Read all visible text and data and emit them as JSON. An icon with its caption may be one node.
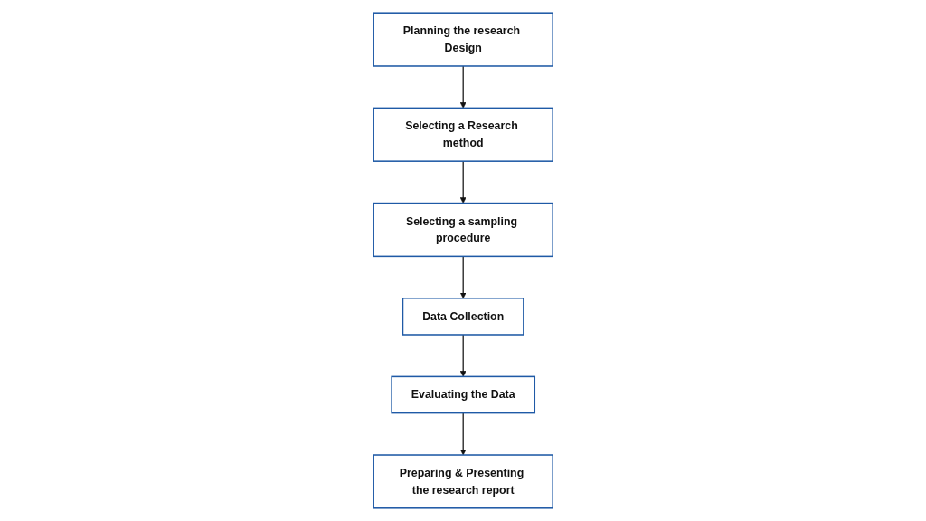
{
  "diagram": {
    "nodes": [
      {
        "text": [
          "Planning the research Design"
        ]
      },
      {
        "text": [
          "Selecting a Research method"
        ]
      },
      {
        "text": [
          "Selecting a sampling procedure"
        ]
      },
      {
        "text": [
          "Data Collection"
        ]
      },
      {
        "text": [
          "Evaluating the Data"
        ]
      },
      {
        "text": [
          "Preparing & Presenting the research report"
        ]
      }
    ],
    "edges": [
      {
        "from": 0,
        "to": 1,
        "arrow": "to"
      },
      {
        "from": 1,
        "to": 2,
        "arrow": "to"
      },
      {
        "from": 2,
        "to": 3,
        "arrow": "to"
      },
      {
        "from": 3,
        "to": 4,
        "arrow": "to"
      },
      {
        "from": 4,
        "to": 5,
        "arrow": "to"
      }
    ]
  }
}
